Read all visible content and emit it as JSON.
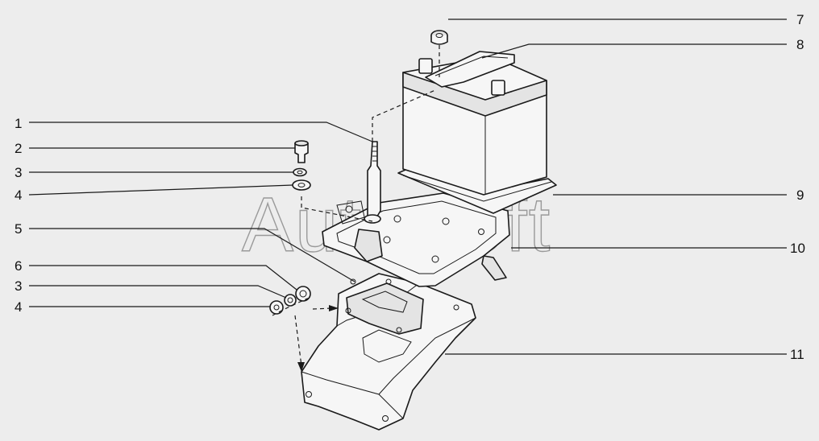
{
  "watermark": "AutoSoft",
  "callouts": {
    "c1": "1",
    "c2": "2",
    "c3a": "3",
    "c4a": "4",
    "c5": "5",
    "c6": "6",
    "c3b": "3",
    "c4b": "4",
    "c7": "7",
    "c8": "8",
    "c9": "9",
    "c10": "10",
    "c11": "11"
  }
}
